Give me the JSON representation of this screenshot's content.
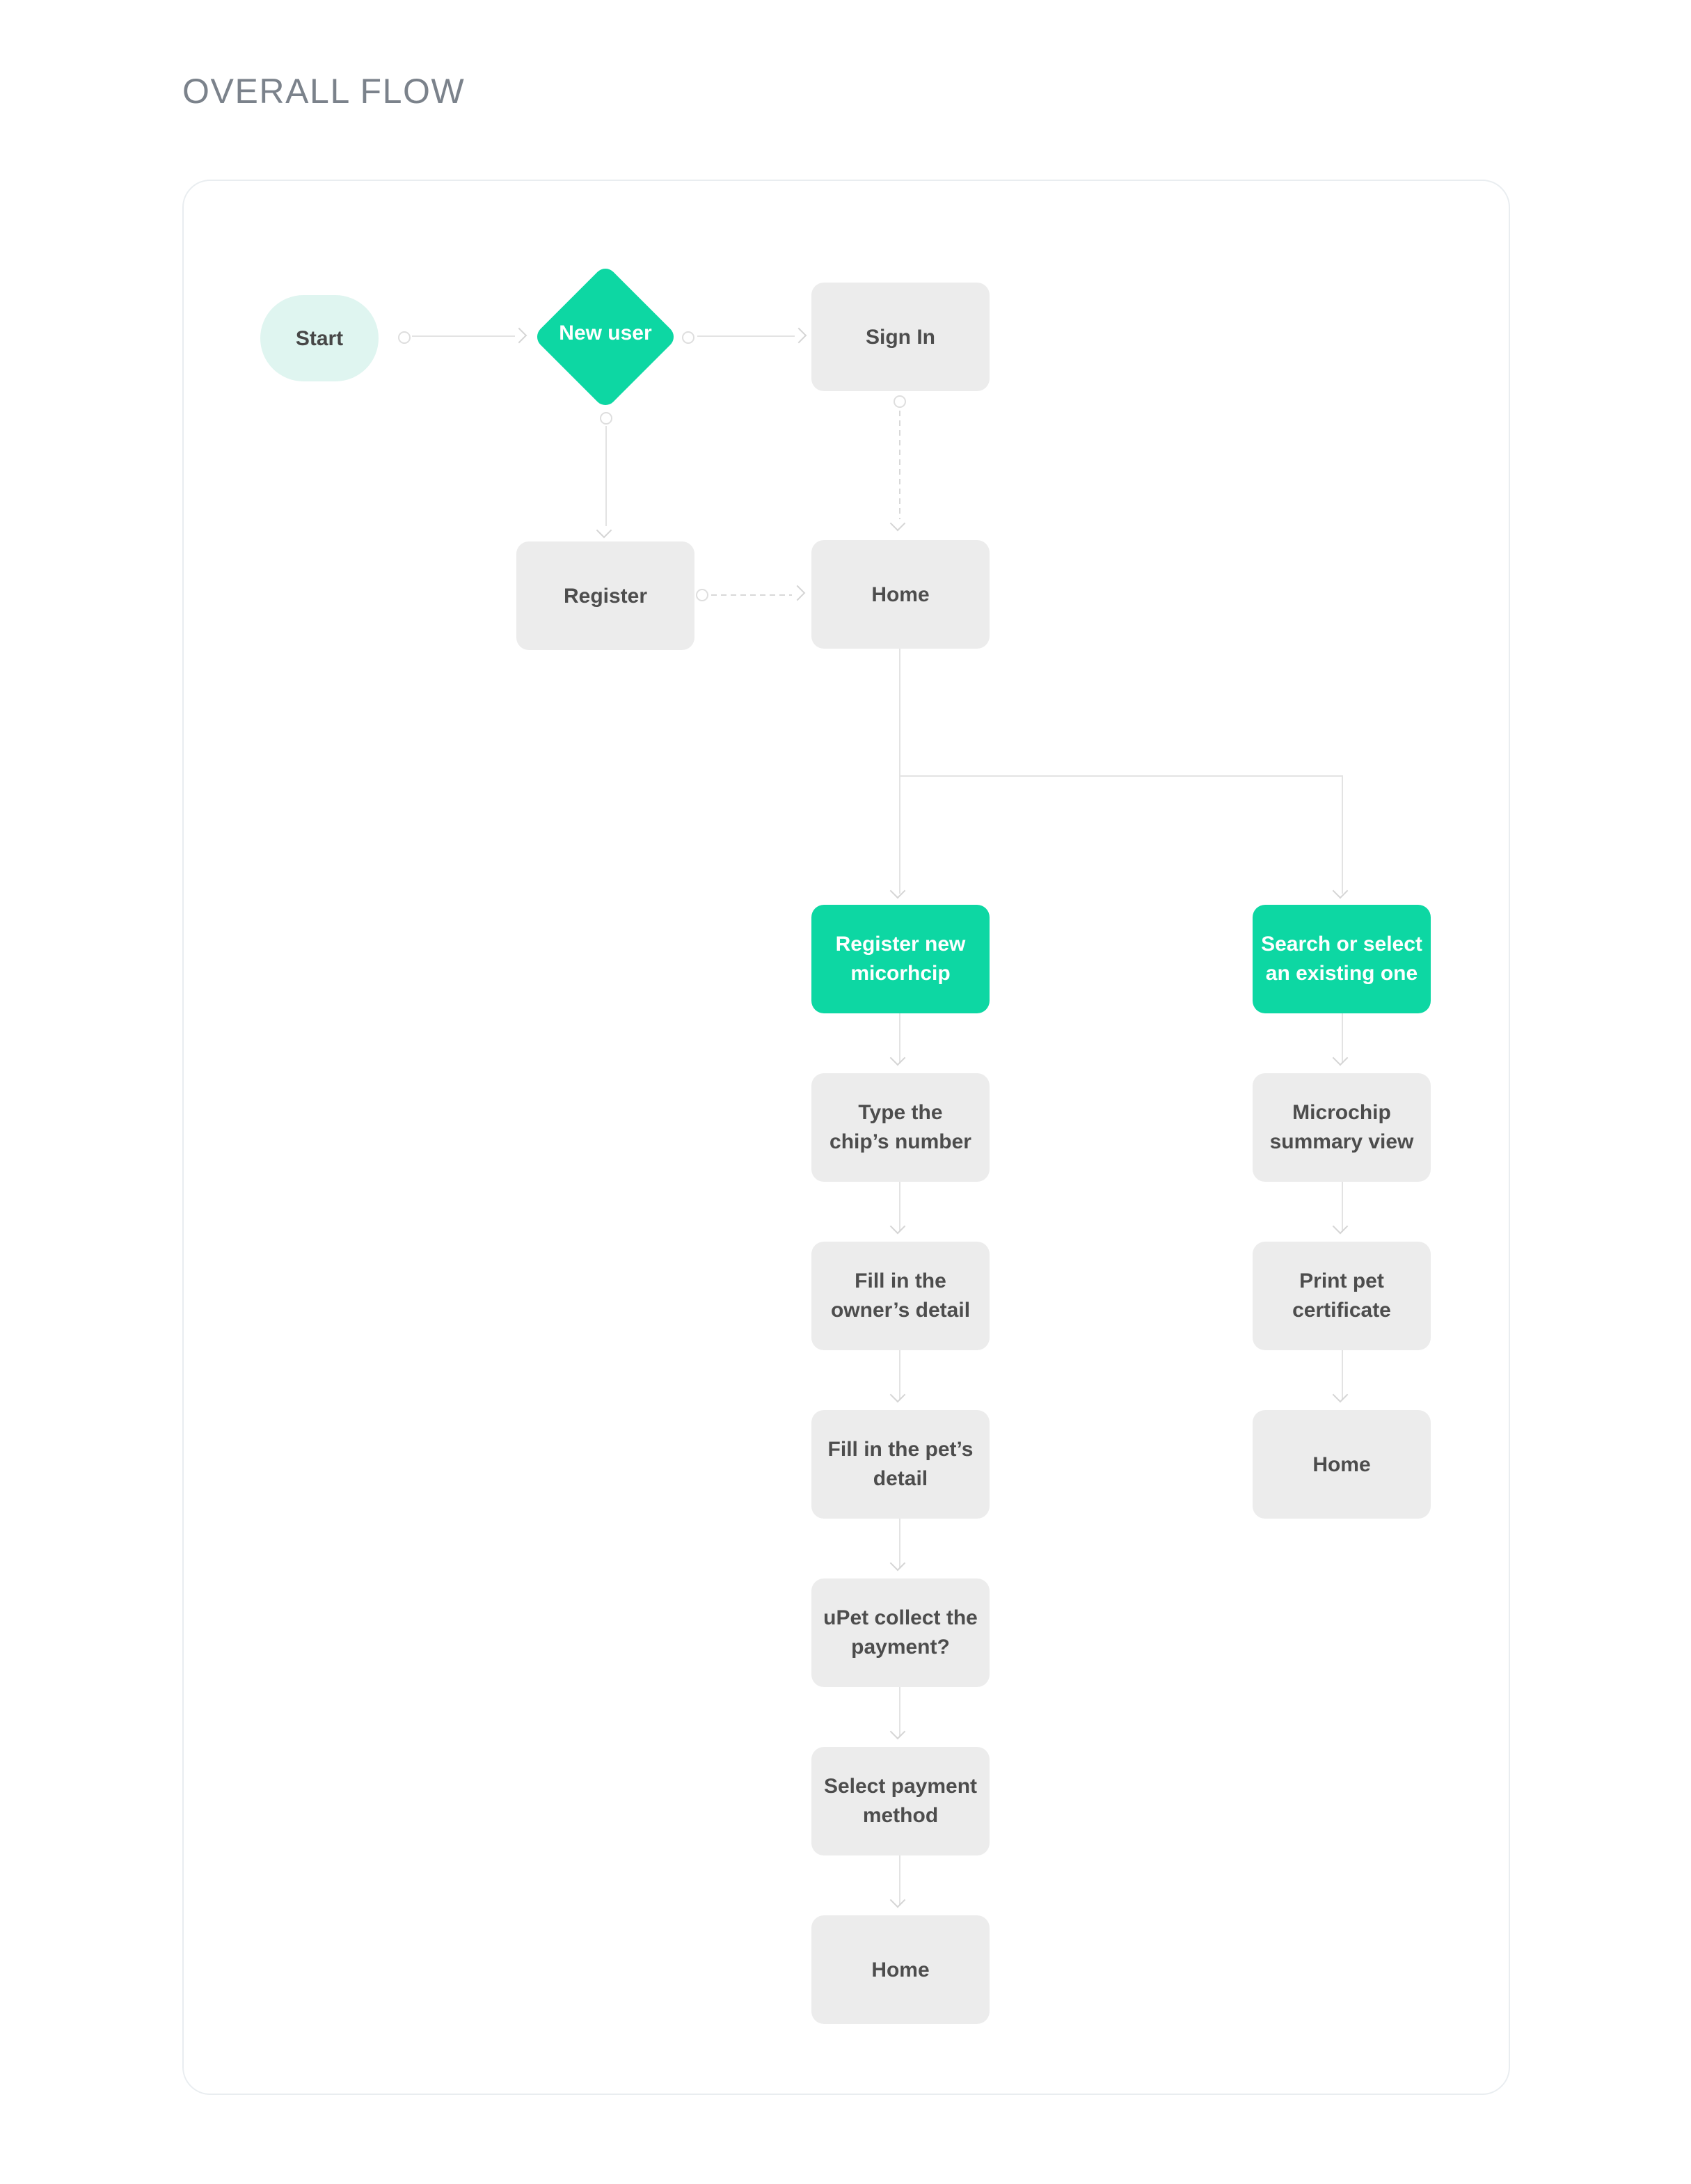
{
  "title": "OVERALL FLOW",
  "colors": {
    "accent_green": "#0DD7A3",
    "start_mint": "#DFF5F0",
    "node_gray": "#ECECEC",
    "node_text": "#4D4D4D",
    "title_gray": "#7B828B",
    "connector_line": "#E3E3E3"
  },
  "nodes": {
    "start": {
      "label": "Start"
    },
    "new_user": {
      "label": "New user"
    },
    "sign_in": {
      "label": "Sign In"
    },
    "register": {
      "label": "Register"
    },
    "home": {
      "label": "Home"
    },
    "register_new_microchip": {
      "label": "Register new\nmicorhcip"
    },
    "search_existing": {
      "label": "Search or select\nan existing one"
    },
    "type_chip_number": {
      "label": "Type the\nchip’s number"
    },
    "fill_owner_detail": {
      "label": "Fill in the\nowner’s detail"
    },
    "fill_pet_detail": {
      "label": "Fill in the pet’s\ndetail"
    },
    "upet_collect_payment": {
      "label": "uPet collect the\npayment?"
    },
    "select_payment_method": {
      "label": "Select payment\nmethod"
    },
    "home_end_left": {
      "label": "Home"
    },
    "microchip_summary": {
      "label": "Microchip\nsummary view"
    },
    "print_certificate": {
      "label": "Print pet\ncertificate"
    },
    "home_end_right": {
      "label": "Home"
    }
  }
}
